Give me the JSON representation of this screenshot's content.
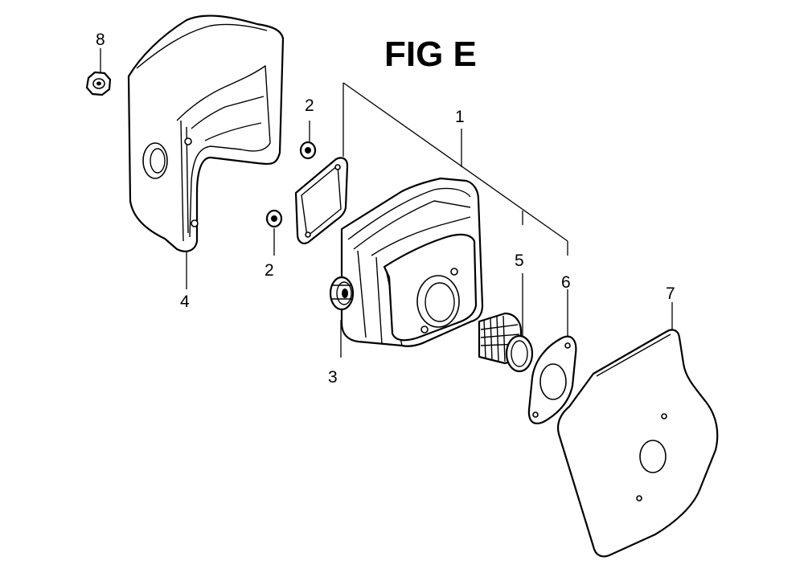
{
  "figure": {
    "title": "FIG E",
    "callouts": [
      {
        "id": "c1",
        "label": "1"
      },
      {
        "id": "c2a",
        "label": "2"
      },
      {
        "id": "c2b",
        "label": "2"
      },
      {
        "id": "c3",
        "label": "3"
      },
      {
        "id": "c4",
        "label": "4"
      },
      {
        "id": "c5",
        "label": "5"
      },
      {
        "id": "c6",
        "label": "6"
      },
      {
        "id": "c7",
        "label": "7"
      },
      {
        "id": "c8",
        "label": "8"
      }
    ]
  }
}
